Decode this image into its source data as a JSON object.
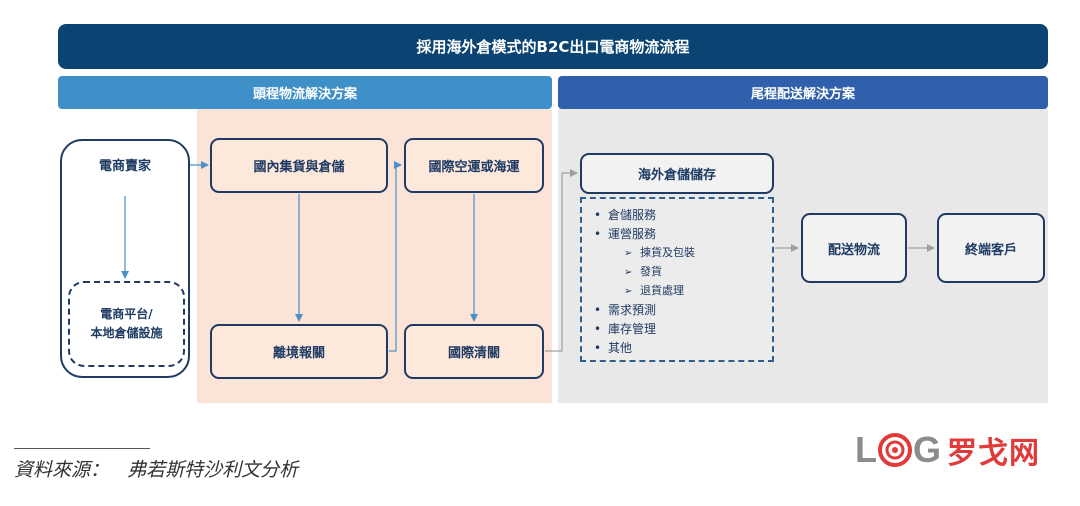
{
  "title": "採用海外倉模式的B2C出口電商物流流程",
  "sections": {
    "first_mile": "頭程物流解決方案",
    "last_mile": "尾程配送解決方案"
  },
  "nodes": {
    "seller": "電商賣家",
    "platform_line1": "電商平台/",
    "platform_line2": "本地倉儲設施",
    "domestic_warehouse": "國內集貨與倉儲",
    "export_declaration": "離境報關",
    "international_transport": "國際空運或海運",
    "international_clearance": "國際清關",
    "overseas_storage": "海外倉儲儲存",
    "delivery": "配送物流",
    "end_customer": "終端客戶"
  },
  "services": {
    "warehousing": "倉儲服務",
    "operations": "運營服務",
    "picking": "揀貨及包裝",
    "shipping": "發貨",
    "returns": "退貨處理",
    "forecast": "需求預測",
    "inventory": "庫存管理",
    "other": "其他"
  },
  "footer": {
    "source_label": "資料來源：",
    "source_value": "弗若斯特沙利文分析"
  },
  "logo": {
    "text_left": "L",
    "text_right": "G",
    "text_cn": "罗戈网"
  },
  "colors": {
    "title_bar": "#0b4473",
    "first_mile_bar": "#3f8fc9",
    "last_mile_bar": "#3060ab",
    "first_mile_panel": "#fbe3d8",
    "last_mile_panel": "#e8e8e8",
    "logo_red": "#e03a3a"
  }
}
